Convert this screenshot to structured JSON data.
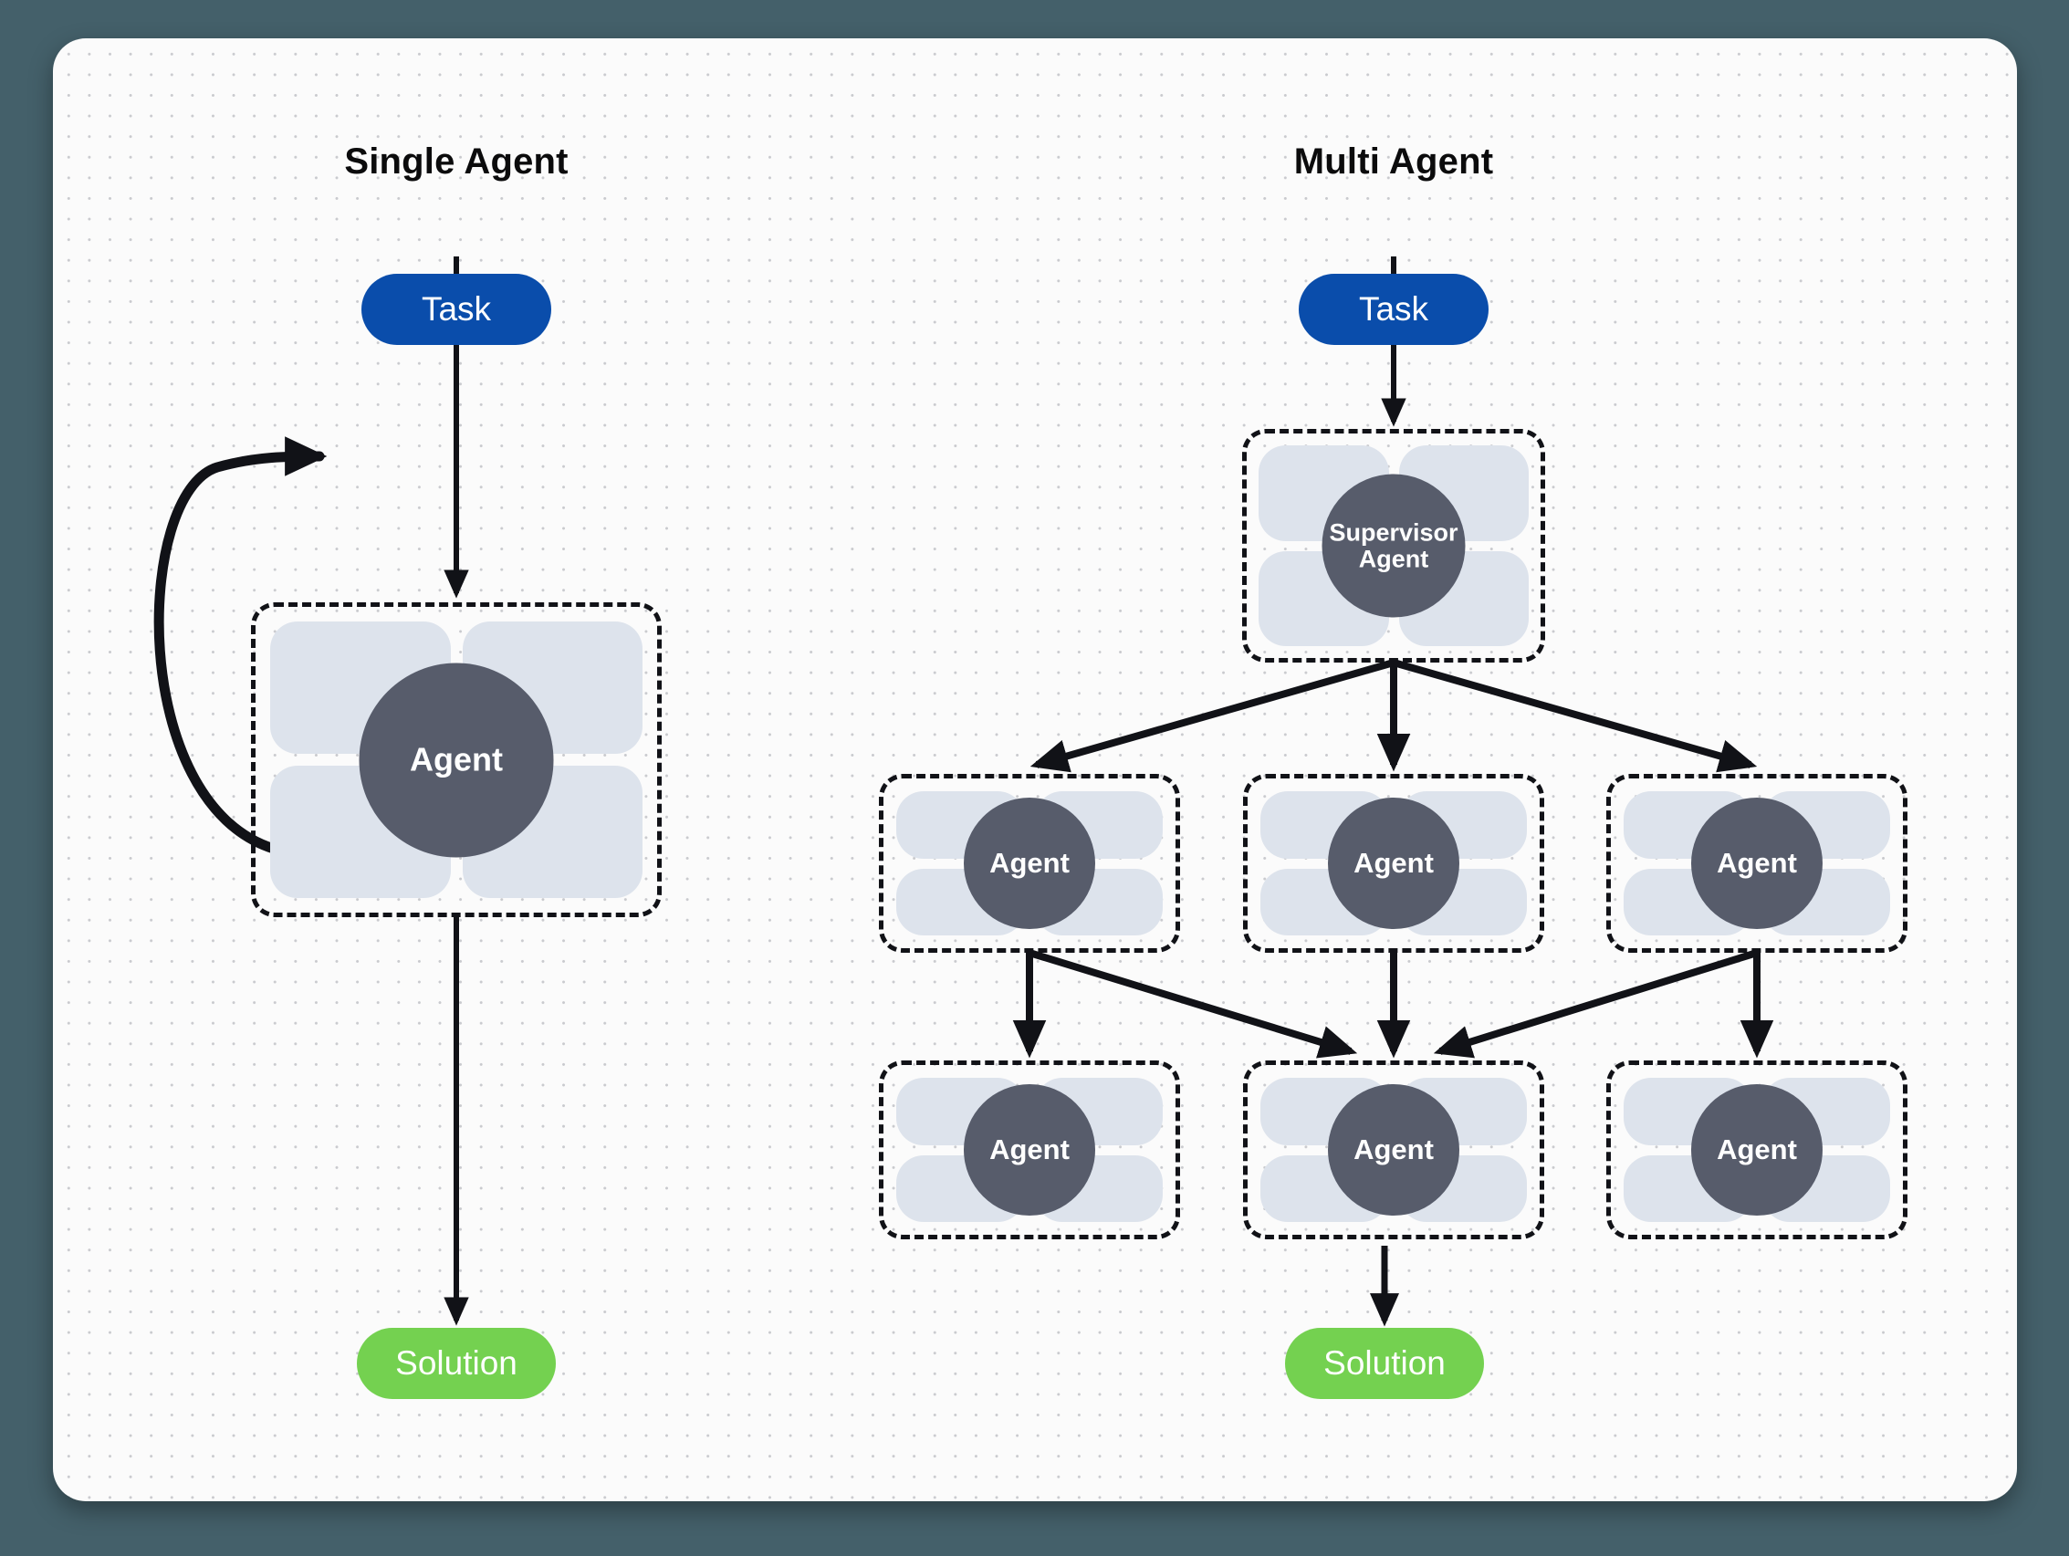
{
  "canvas": {
    "background_color": "#fbfbfb",
    "outer_background_color": "#44606a",
    "dot_color": "#c9cace"
  },
  "colors": {
    "task_blue": "#0a4dab",
    "solution_green": "#74d150",
    "agent_circle": "#575c6b",
    "tile": "#dde3ec",
    "stroke": "#111217"
  },
  "columns": [
    {
      "id": "single",
      "title": "Single Agent"
    },
    {
      "id": "multi",
      "title": "Multi Agent"
    }
  ],
  "single_agent": {
    "title": "Single Agent",
    "task_label": "Task",
    "agent_label": "Agent",
    "solution_label": "Solution"
  },
  "multi_agent": {
    "title": "Multi Agent",
    "task_label": "Task",
    "supervisor_label_line1": "Supervisor",
    "supervisor_label_line2": "Agent",
    "row1": [
      {
        "label": "Agent"
      },
      {
        "label": "Agent"
      },
      {
        "label": "Agent"
      }
    ],
    "row2": [
      {
        "label": "Agent"
      },
      {
        "label": "Agent"
      },
      {
        "label": "Agent"
      }
    ],
    "solution_label": "Solution"
  }
}
